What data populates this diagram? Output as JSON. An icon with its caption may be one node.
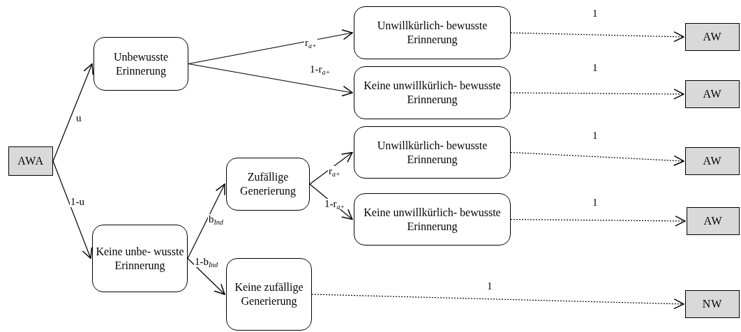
{
  "diagram": {
    "nodes": [
      {
        "text": [
          "AWA"
        ]
      },
      {
        "text": [
          "Unbewusste Erinnerung"
        ]
      },
      {
        "text": [
          "Keine unbe- wusste Erinnerung"
        ]
      },
      {
        "text": [
          "Unwillkürlich- bewusste Erinnerung"
        ]
      },
      {
        "text": [
          "Keine unwillkürlich- bewusste Erinnerung"
        ]
      },
      {
        "text": [
          "Zufällige Generierung"
        ]
      },
      {
        "text": [
          "Unwillkürlich- bewusste Erinnerung"
        ]
      },
      {
        "text": [
          "Keine unwillkürlich- bewusste Erinnerung"
        ]
      },
      {
        "text": [
          "Keine zufällige Generierung"
        ]
      },
      {
        "text": [
          "AW"
        ]
      },
      {
        "text": [
          "AW"
        ]
      },
      {
        "text": [
          "AW"
        ]
      },
      {
        "text": [
          "AW"
        ]
      },
      {
        "text": [
          "NW"
        ]
      }
    ],
    "edges": [
      {
        "from": 0,
        "to": 1,
        "arrow": "to",
        "label": "u"
      },
      {
        "from": 0,
        "to": 2,
        "arrow": "to",
        "label": "1-u"
      },
      {
        "from": 1,
        "to": 3,
        "arrow": "to",
        "label": "r$_{a+}$"
      },
      {
        "from": 1,
        "to": 4,
        "arrow": "to",
        "label": "1-r$_{a+}$"
      },
      {
        "from": 2,
        "to": 5,
        "arrow": "to",
        "label": "b$_{Ind}$"
      },
      {
        "from": 2,
        "to": 8,
        "arrow": "to",
        "label": "1-b$_{Ind}$"
      },
      {
        "from": 5,
        "to": 6,
        "arrow": "to",
        "label": "r$_{a+}$"
      },
      {
        "from": 5,
        "to": 7,
        "arrow": "to",
        "label": "1-r$_{a+}$"
      },
      {
        "from": 3,
        "to": 9,
        "arrow": "to",
        "label": "1",
        "style": "dashed"
      },
      {
        "from": 4,
        "to": 10,
        "arrow": "to",
        "label": "1",
        "style": "dashed"
      },
      {
        "from": 6,
        "to": 11,
        "arrow": "to",
        "label": "1",
        "style": "dashed"
      },
      {
        "from": 7,
        "to": 12,
        "arrow": "to",
        "label": "1",
        "style": "dashed"
      },
      {
        "from": 8,
        "to": 13,
        "arrow": "to",
        "label": "1",
        "style": "dashed"
      }
    ]
  }
}
